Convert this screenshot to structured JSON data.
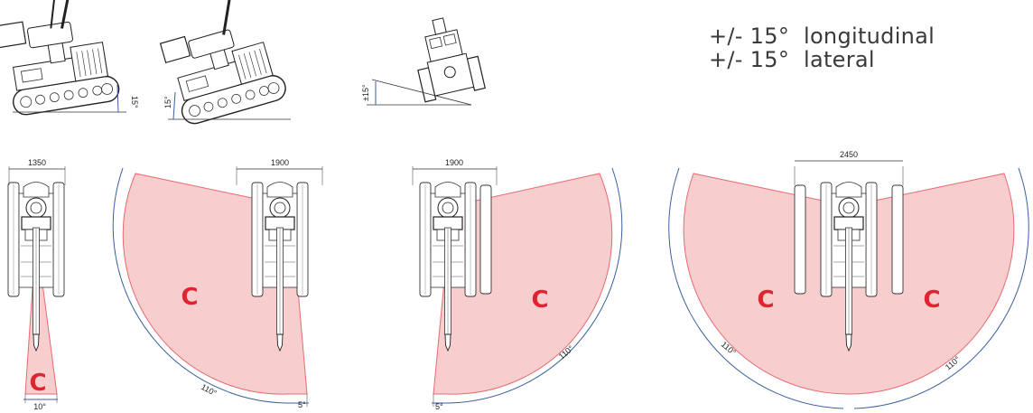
{
  "spec": {
    "longitudinal": "+/- 15°  longitudinal",
    "lateral": "+/- 15°  lateral"
  },
  "tilt_views": {
    "side_right_angle": "15°",
    "side_left_angle": "15°",
    "front_angle": "±15°"
  },
  "plans": [
    {
      "width": "1350",
      "angle_a": "10°",
      "zone": "C"
    },
    {
      "width": "1900",
      "angle_arc": "110°",
      "angle_b": "5°",
      "zone": "C"
    },
    {
      "width": "1900",
      "angle_arc": "110°",
      "angle_b": "5°",
      "zone": "C"
    },
    {
      "width": "2450",
      "angle_left": "110°",
      "angle_right": "110°",
      "zone_left": "C",
      "zone_right": "C"
    }
  ],
  "colors": {
    "zone_fill": "#f6c4c6",
    "zone_edge": "#e56b72",
    "zone_letter": "#e0242f",
    "arc": "#3b5f9e"
  }
}
